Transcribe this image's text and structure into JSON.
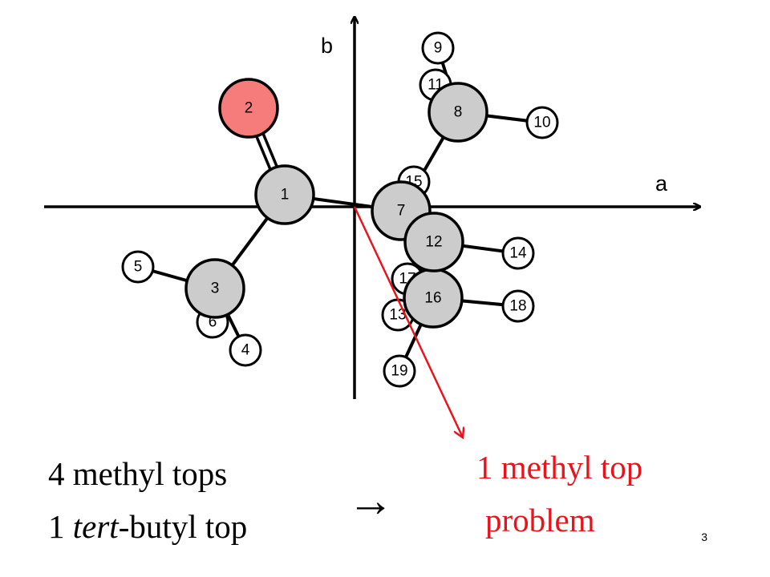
{
  "axes": {
    "a_label": "a",
    "b_label": "b"
  },
  "atoms": [
    {
      "id": "1",
      "kind": "heavy",
      "color": "#cccccc"
    },
    {
      "id": "2",
      "kind": "heavy",
      "color": "#f67b7b"
    },
    {
      "id": "3",
      "kind": "heavy",
      "color": "#cccccc"
    },
    {
      "id": "4",
      "kind": "h"
    },
    {
      "id": "5",
      "kind": "h"
    },
    {
      "id": "6",
      "kind": "h"
    },
    {
      "id": "7",
      "kind": "heavy",
      "color": "#cccccc"
    },
    {
      "id": "8",
      "kind": "heavy",
      "color": "#cccccc"
    },
    {
      "id": "9",
      "kind": "h"
    },
    {
      "id": "10",
      "kind": "h"
    },
    {
      "id": "11",
      "kind": "h"
    },
    {
      "id": "12",
      "kind": "heavy",
      "color": "#cccccc"
    },
    {
      "id": "13",
      "kind": "h"
    },
    {
      "id": "14",
      "kind": "h"
    },
    {
      "id": "15",
      "kind": "h"
    },
    {
      "id": "16",
      "kind": "heavy",
      "color": "#cccccc"
    },
    {
      "id": "17",
      "kind": "h"
    },
    {
      "id": "18",
      "kind": "h"
    },
    {
      "id": "19",
      "kind": "h"
    }
  ],
  "bonds": [
    [
      "1",
      "2"
    ],
    [
      "1",
      "3"
    ],
    [
      "1",
      "7"
    ],
    [
      "3",
      "4"
    ],
    [
      "3",
      "5"
    ],
    [
      "3",
      "6"
    ],
    [
      "7",
      "8"
    ],
    [
      "7",
      "12"
    ],
    [
      "7",
      "16"
    ],
    [
      "8",
      "9"
    ],
    [
      "8",
      "10"
    ],
    [
      "8",
      "11"
    ],
    [
      "12",
      "13"
    ],
    [
      "12",
      "14"
    ],
    [
      "12",
      "15"
    ],
    [
      "16",
      "17"
    ],
    [
      "16",
      "18"
    ],
    [
      "16",
      "19"
    ]
  ],
  "double_bonds": [
    [
      "1",
      "2"
    ]
  ],
  "caption_left": {
    "line1": "4 methyl tops",
    "line2_pre": "1 ",
    "line2_em": "tert",
    "line2_post": "-butyl top"
  },
  "arrow_symbol": "→",
  "caption_right": {
    "line1": "1 methyl top",
    "line2": "problem"
  },
  "slide_number": "3",
  "colors": {
    "red": "#e8141c",
    "heavy_atom": "#cccccc",
    "oxygen": "#f67b7b",
    "hydrogen": "#ffffff"
  }
}
